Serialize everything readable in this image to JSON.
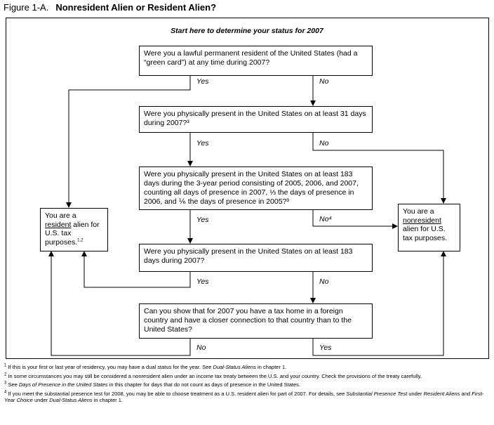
{
  "figure": {
    "label": "Figure 1-A.",
    "title": "Nonresident Alien or Resident Alien?",
    "start": "Start here to determine your status for 2007"
  },
  "questions": {
    "q1": "Were you a lawful permanent resident of the United States (had a “green card”) at any time during 2007?",
    "q2": "Were you physically present in the United States on at least 31 days during 2007?³",
    "q3": "Were you physically present in the United States on at least 183 days during the 3-year period consisting of 2005, 2006, and 2007, counting all days of presence in 2007, ⅓ the days of presence in 2006, and ⅙ the days of presence in 2005?³",
    "q4": "Were you physically present in the United States on at least 183 days during 2007?",
    "q5": "Can you show that for 2007 you have a tax home in a foreign country and have a closer connection to that country than to the United States?"
  },
  "outcomes": {
    "resident": {
      "pre": "You are a",
      "key": "resident",
      "post": " alien for U.S. tax purposes.",
      "sup": "1,2"
    },
    "nonresident": {
      "pre": "You are a",
      "key": "nonresident",
      "post": " alien for U.S. tax purposes."
    }
  },
  "answers": {
    "q1_yes": "Yes",
    "q1_no": "No",
    "q2_yes": "Yes",
    "q2_no": "No",
    "q3_yes": "Yes",
    "q3_no": "No⁴",
    "q4_yes": "Yes",
    "q4_no": "No",
    "q5_no": "No",
    "q5_yes": "Yes"
  },
  "footnotes": {
    "n1": {
      "num": "1",
      "a": "If this is your first or last year of residency, you may have a dual status for the year. See ",
      "b": "Dual-Status Aliens",
      "c": " in chapter 1."
    },
    "n2": {
      "num": "2",
      "a": "In some circumstances you may still be considered a nonresident alien under an income tax treaty between the U.S. and your country. Check the provisions of the treaty carefully."
    },
    "n3": {
      "num": "3",
      "a": "See ",
      "b": "Days of Presence in the United States",
      "c": " in this chapter for days that do not count as days of presence in the United States."
    },
    "n4": {
      "num": "4",
      "a": "If you meet the substantial presence test for 2008, you may be able to choose treatment as a U.S. resident alien for part of 2007. For details, see ",
      "b": "Substantial Presence Test",
      "c": " under ",
      "d": "Resident Aliens",
      "e": " and ",
      "f": "First-Year Choice",
      "g": " under ",
      "h": "Dual-Status Aliens",
      "i": " in chapter 1."
    }
  }
}
